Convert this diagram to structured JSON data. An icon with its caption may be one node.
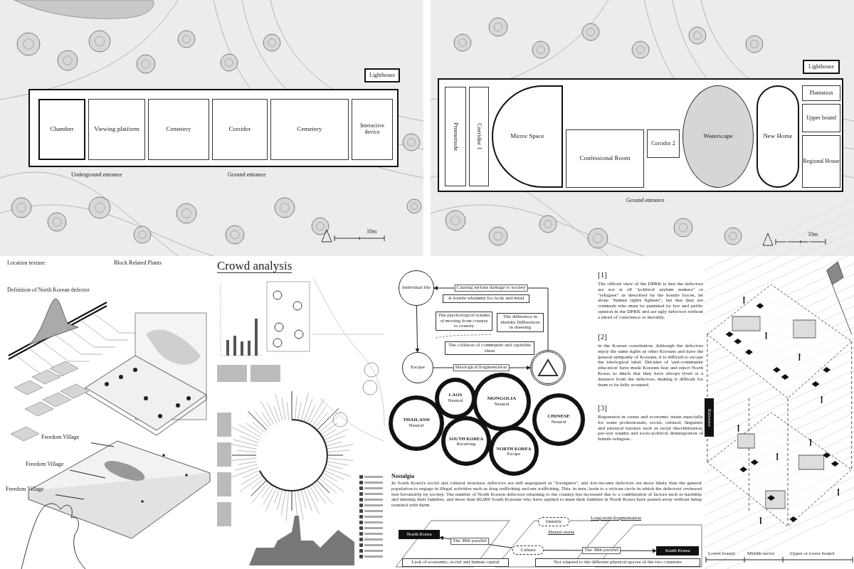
{
  "diagram": {
    "nodes": [
      {
        "text": [],
        "shape": "box"
      },
      {
        "text": [
          "Chamber"
        ],
        "in": 0
      },
      {
        "text": [
          "Viewing platform"
        ],
        "in": 0
      },
      {
        "text": [
          "Cemetery"
        ],
        "in": 0
      },
      {
        "text": [
          "Corridor"
        ],
        "in": 0
      },
      {
        "text": [
          "Cemetery"
        ],
        "in": 0
      },
      {
        "text": [
          "Interactive device"
        ],
        "in": 0
      },
      {
        "text": [
          "Lighthouse"
        ]
      },
      {
        "text": [],
        "shape": "box"
      },
      {
        "text": [
          "Promenade"
        ],
        "in": 8
      },
      {
        "text": [
          "Corridor 1"
        ],
        "in": 8
      },
      {
        "text": [
          "Mirror Space"
        ],
        "in": 8
      },
      {
        "text": [
          "Confessional Room"
        ],
        "in": 8
      },
      {
        "text": [
          "Corridor 2"
        ],
        "in": 8
      },
      {
        "text": [
          "Waterscape"
        ],
        "in": 8
      },
      {
        "text": [
          "New Home"
        ],
        "in": 8
      },
      {
        "text": [
          "Upper bound"
        ],
        "in": 8
      },
      {
        "text": [
          "Regional House"
        ],
        "in": 8
      },
      {
        "text": [
          "Plantation"
        ],
        "in": 8
      },
      {
        "text": [
          "Lighthouse"
        ]
      },
      {
        "text": [
          "Freedom Village"
        ]
      },
      {
        "text": [
          "Freedom Village"
        ]
      },
      {
        "text": [
          "Freedom Village"
        ]
      },
      {
        "text": [
          "Individual life"
        ]
      },
      {
        "text": [
          "A double whammy for body and mind"
        ]
      },
      {
        "text": [
          "The psychological trauma of moving from country to country"
        ]
      },
      {
        "text": [
          "The difference in identity Differences in dressing"
        ]
      },
      {
        "text": [
          "The collision of communist and capitalist ideas"
        ]
      },
      {
        "text": [
          "Escape"
        ]
      },
      {
        "text": [],
        "shape": "circle"
      },
      {
        "text": [
          "THAILAND",
          "Neutral"
        ]
      },
      {
        "text": [
          "LAOS",
          "Neutral"
        ]
      },
      {
        "text": [
          "MONGOLIA",
          "Neutral"
        ]
      },
      {
        "text": [
          "CHINESE",
          "Neutral"
        ]
      },
      {
        "text": [
          "SOUTH KOREA",
          "Receiving"
        ]
      },
      {
        "text": [
          "NORTH KOREA",
          "Escape"
        ]
      },
      {
        "text": [
          "North Korea"
        ]
      },
      {
        "text": [
          "Identity"
        ]
      },
      {
        "text": [
          "Culture"
        ]
      },
      {
        "text": [
          "South Korea"
        ]
      },
      {
        "text": [
          "Lack of economic, social and human capital"
        ]
      },
      {
        "text": [
          "Not adapted to the different physical spaces of the two countries"
        ]
      },
      {
        "text": [
          "Entrance"
        ]
      }
    ],
    "edges": [
      {
        "from": 23,
        "to": 28,
        "arrow": "to"
      },
      {
        "from": 28,
        "to": 29,
        "arrow": "to",
        "label": "Ideological fragmentation"
      },
      {
        "from": 29,
        "to": 23,
        "arrow": "to",
        "label": "Causing serious damage to society"
      },
      {
        "from": 38,
        "to": 36,
        "arrow": "to",
        "label": "The 38th parallel"
      },
      {
        "from": 38,
        "to": 39,
        "arrow": "to",
        "label": "The 38th parallel"
      },
      {
        "from": 20,
        "to": null,
        "arrow": "none"
      },
      {
        "from": 21,
        "to": null,
        "arrow": "none"
      },
      {
        "from": 22,
        "to": null,
        "arrow": "none"
      }
    ],
    "labels": [
      "Underground entrance",
      "Ground entrance",
      "10m",
      "Ground entrance",
      "10m",
      "Location texture:",
      "Block Related Plants",
      "Definition of North Korean defector",
      "Crowd analysis",
      "[1]",
      "The official view of the DPRK is that the defectors are not at all \"political asylum seekers\" or \"refugees\" as described by the hostile forces, let alone \"human rights fighters\", but that they are criminals who must be punished by law and public opinion in the DPRK and are ugly defectors without a shred of conscience or morality.",
      "[2]",
      "in the Korean constitution. Although the defectors enjoy the same rights as other Koreans and have the general sympathy of Koreans, it is difficult to escape the ideological label. Decades of 'anti-communist education' have made Koreans fear and reject North Korea so much that they have always lived at a distance from the defectors, making it difficult for them to be fully accepted.",
      "[3]",
      "Regression in career and economic status especially for some professionals, social, cultural, linguistic and physical barriers such as racial discrimination, pre-war trauma and socio-political disintegration of female refugees.",
      "Nostalgia",
      "In South Korea's social and cultural structure, defectors are still segregated as \"foreigners\", and low-income defectors are more likely than the general population to engage in illegal activities such as drug trafficking and sex trafficking. This, in turn, leads to a vicious circle in which the defectors' reviewed less favourably by society. The number of North Korean defectors returning to the country has increased due to a combination of factors such as hardship and missing their families, and more than 60,000 South Koreans who have applied to meet their families in North Korea have passed away without being reunited with them.",
      "Long-term fragmentation",
      "Mental stress",
      "Lower bound",
      "Middle sector",
      "Upper or lower bound"
    ]
  }
}
